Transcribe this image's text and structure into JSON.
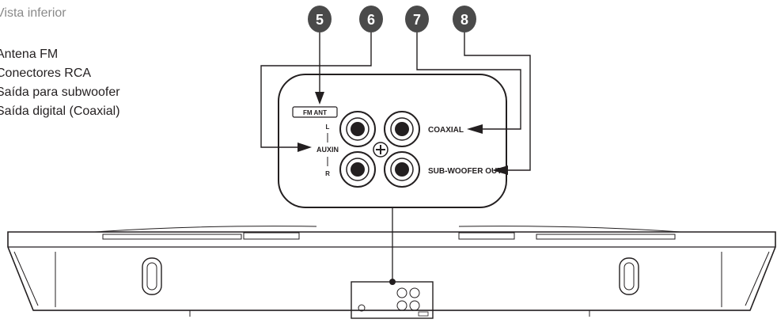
{
  "legend": {
    "title": "Vista inferior",
    "items": [
      "Antena FM",
      "Conectores RCA",
      "Saída para subwoofer",
      "Saída digital (Coaxial)"
    ]
  },
  "callouts": [
    "5",
    "6",
    "7",
    "8"
  ],
  "panel": {
    "fm_ant": "FM ANT",
    "aux_in": "AUXIN",
    "left": "L",
    "right": "R",
    "coaxial": "COAXIAL",
    "sub_woofer_out": "SUB-WOOFER OUT"
  },
  "colors": {
    "callout_fill": "#4a4a4a",
    "line": "#231f20",
    "title_gray": "#8a8a8a"
  }
}
